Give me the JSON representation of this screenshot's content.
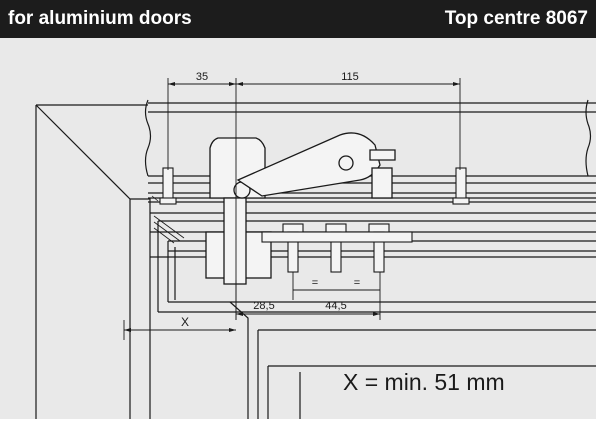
{
  "header": {
    "left_title": "for aluminium doors",
    "right_title": "Top centre 8067"
  },
  "drawing": {
    "dim_35": "35",
    "dim_115": "115",
    "dim_28_5": "28,5",
    "dim_44_5": "44,5",
    "dim_x": "X",
    "eq_mark_1": "=",
    "eq_mark_2": "="
  },
  "note": "X = min. 51 mm"
}
